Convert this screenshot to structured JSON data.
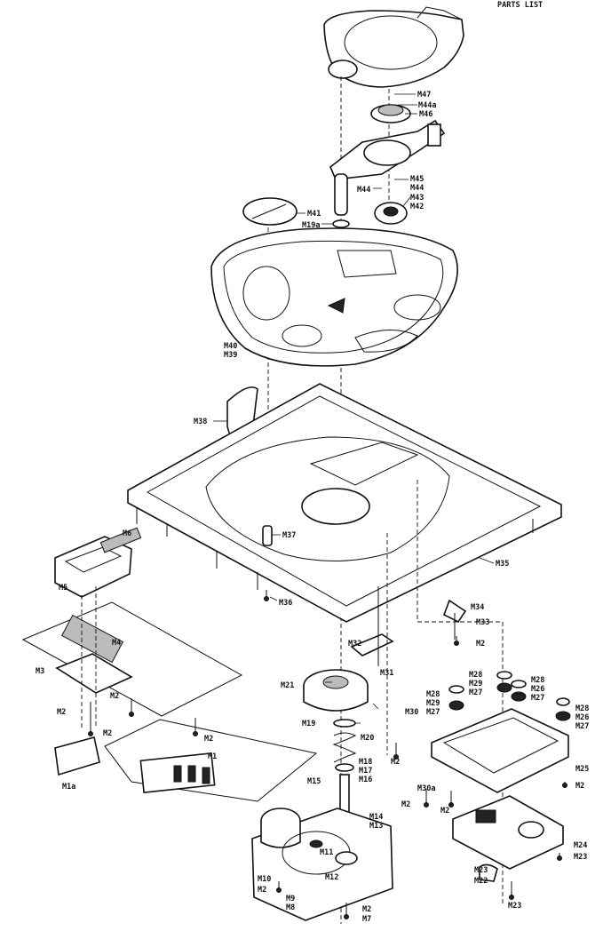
{
  "diagram": {
    "header_right": "PARTS LIST",
    "labels": {
      "M47": "M47",
      "M44a": "M44a",
      "M46": "M46",
      "M45": "M45",
      "M44": "M44",
      "M43": "M43",
      "M42": "M42",
      "M41": "M41",
      "M19a": "M19a",
      "M40": "M40",
      "M39": "M39",
      "M38": "M38",
      "M37": "M37",
      "M36": "M36",
      "M35": "M35",
      "M34": "M34",
      "M33": "M33",
      "M32": "M32",
      "M31": "M31",
      "M30": "M30",
      "M30a": "M30a",
      "M29": "M29",
      "M28": "M28",
      "M27": "M27",
      "M26": "M26",
      "M25": "M25",
      "M24": "M24",
      "M23": "M23",
      "M22": "M22",
      "M21": "M21",
      "M20": "M20",
      "M19": "M19",
      "M18": "M18",
      "M17": "M17",
      "M16": "M16",
      "M15": "M15",
      "M14": "M14",
      "M13": "M13",
      "M12": "M12",
      "M11": "M11",
      "M10": "M10",
      "M9": "M9",
      "M8": "M8",
      "M7": "M7",
      "M6": "M6",
      "M5": "M5",
      "M4": "M4",
      "M3": "M3",
      "M2": "M2",
      "M1": "M1",
      "M1a": "M1a"
    }
  }
}
